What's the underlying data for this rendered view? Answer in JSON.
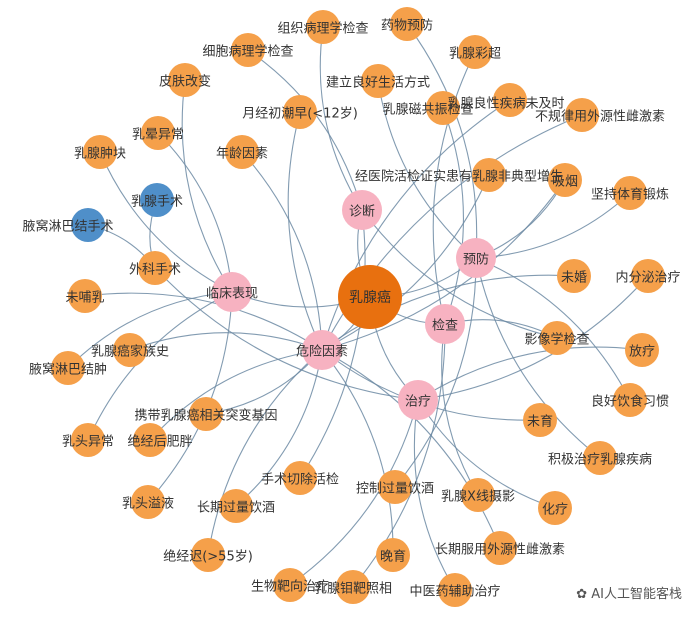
{
  "title": "乳腺癌知识图谱",
  "colors": {
    "root": "#e8700f",
    "category": "#f7b2c1",
    "leaf": "#f5a04a",
    "surgery": "#4f8fc9",
    "edge": "#6c8aa3"
  },
  "nodes": [
    {
      "label": "乳腺癌",
      "type": "root"
    },
    {
      "label": "诊断",
      "type": "category"
    },
    {
      "label": "预防",
      "type": "category"
    },
    {
      "label": "临床表现",
      "type": "category"
    },
    {
      "label": "检查",
      "type": "category"
    },
    {
      "label": "危险因素",
      "type": "category"
    },
    {
      "label": "治疗",
      "type": "category"
    },
    {
      "label": "乳腺手术",
      "type": "surgery"
    },
    {
      "label": "腋窝淋巴结手术",
      "type": "surgery"
    },
    {
      "label": "组织病理学检查",
      "type": "leaf"
    },
    {
      "label": "药物预防",
      "type": "leaf"
    },
    {
      "label": "细胞病理学检查",
      "type": "leaf"
    },
    {
      "label": "乳腺彩超",
      "type": "leaf"
    },
    {
      "label": "皮肤改变",
      "type": "leaf"
    },
    {
      "label": "建立良好生活方式",
      "type": "leaf"
    },
    {
      "label": "月经初潮早(<12岁)",
      "type": "leaf"
    },
    {
      "label": "乳腺磁共振检查",
      "type": "leaf"
    },
    {
      "label": "乳腺良性疾病未及时",
      "type": "leaf"
    },
    {
      "label": "不规律用外源性雌激素",
      "type": "leaf"
    },
    {
      "label": "乳晕异常",
      "type": "leaf"
    },
    {
      "label": "年龄因素",
      "type": "leaf"
    },
    {
      "label": "乳腺肿块",
      "type": "leaf"
    },
    {
      "label": "经医院活检证实患有乳腺非典型增生",
      "type": "leaf"
    },
    {
      "label": "吸烟",
      "type": "leaf"
    },
    {
      "label": "坚持体育锻炼",
      "type": "leaf"
    },
    {
      "label": "外科手术",
      "type": "leaf"
    },
    {
      "label": "未哺乳",
      "type": "leaf"
    },
    {
      "label": "未婚",
      "type": "leaf"
    },
    {
      "label": "内分泌治疗",
      "type": "leaf"
    },
    {
      "label": "乳腺癌家族史",
      "type": "leaf"
    },
    {
      "label": "腋窝淋巴结肿",
      "type": "leaf"
    },
    {
      "label": "影像学检查",
      "type": "leaf"
    },
    {
      "label": "放疗",
      "type": "leaf"
    },
    {
      "label": "携带乳腺癌相关突变基因",
      "type": "leaf"
    },
    {
      "label": "乳头异常",
      "type": "leaf"
    },
    {
      "label": "绝经后肥胖",
      "type": "leaf"
    },
    {
      "label": "良好饮食习惯",
      "type": "leaf"
    },
    {
      "label": "未育",
      "type": "leaf"
    },
    {
      "label": "积极治疗乳腺疾病",
      "type": "leaf"
    },
    {
      "label": "乳头溢液",
      "type": "leaf"
    },
    {
      "label": "长期过量饮酒",
      "type": "leaf"
    },
    {
      "label": "手术切除活检",
      "type": "leaf"
    },
    {
      "label": "控制过量饮酒",
      "type": "leaf"
    },
    {
      "label": "乳腺X线摄影",
      "type": "leaf"
    },
    {
      "label": "化疗",
      "type": "leaf"
    },
    {
      "label": "绝经迟(>55岁)",
      "type": "leaf"
    },
    {
      "label": "晚育",
      "type": "leaf"
    },
    {
      "label": "长期服用外源性雌激素",
      "type": "leaf"
    },
    {
      "label": "生物靶向治疗",
      "type": "leaf"
    },
    {
      "label": "乳腺钼靶照相",
      "type": "leaf"
    },
    {
      "label": "中医药辅助治疗",
      "type": "leaf"
    }
  ],
  "edges": [
    [
      0,
      1
    ],
    [
      0,
      2
    ],
    [
      0,
      3
    ],
    [
      0,
      4
    ],
    [
      0,
      5
    ],
    [
      0,
      6
    ],
    [
      1,
      9
    ],
    [
      1,
      11
    ],
    [
      1,
      41
    ],
    [
      1,
      31
    ],
    [
      4,
      12
    ],
    [
      4,
      16
    ],
    [
      4,
      31
    ],
    [
      4,
      43
    ],
    [
      4,
      49
    ],
    [
      2,
      10
    ],
    [
      2,
      14
    ],
    [
      2,
      24
    ],
    [
      2,
      36
    ],
    [
      2,
      38
    ],
    [
      2,
      42
    ],
    [
      2,
      23
    ],
    [
      3,
      13
    ],
    [
      3,
      19
    ],
    [
      3,
      21
    ],
    [
      3,
      34
    ],
    [
      3,
      39
    ],
    [
      3,
      30
    ],
    [
      5,
      15
    ],
    [
      5,
      20
    ],
    [
      5,
      17
    ],
    [
      5,
      22
    ],
    [
      5,
      18
    ],
    [
      5,
      26
    ],
    [
      5,
      27
    ],
    [
      5,
      29
    ],
    [
      5,
      33
    ],
    [
      5,
      35
    ],
    [
      5,
      40
    ],
    [
      5,
      45
    ],
    [
      5,
      46
    ],
    [
      5,
      37
    ],
    [
      5,
      47
    ],
    [
      5,
      23
    ],
    [
      6,
      25
    ],
    [
      6,
      28
    ],
    [
      6,
      32
    ],
    [
      6,
      44
    ],
    [
      6,
      48
    ],
    [
      6,
      50
    ],
    [
      25,
      7
    ],
    [
      25,
      8
    ]
  ],
  "watermark": "AI人工智能客栈"
}
